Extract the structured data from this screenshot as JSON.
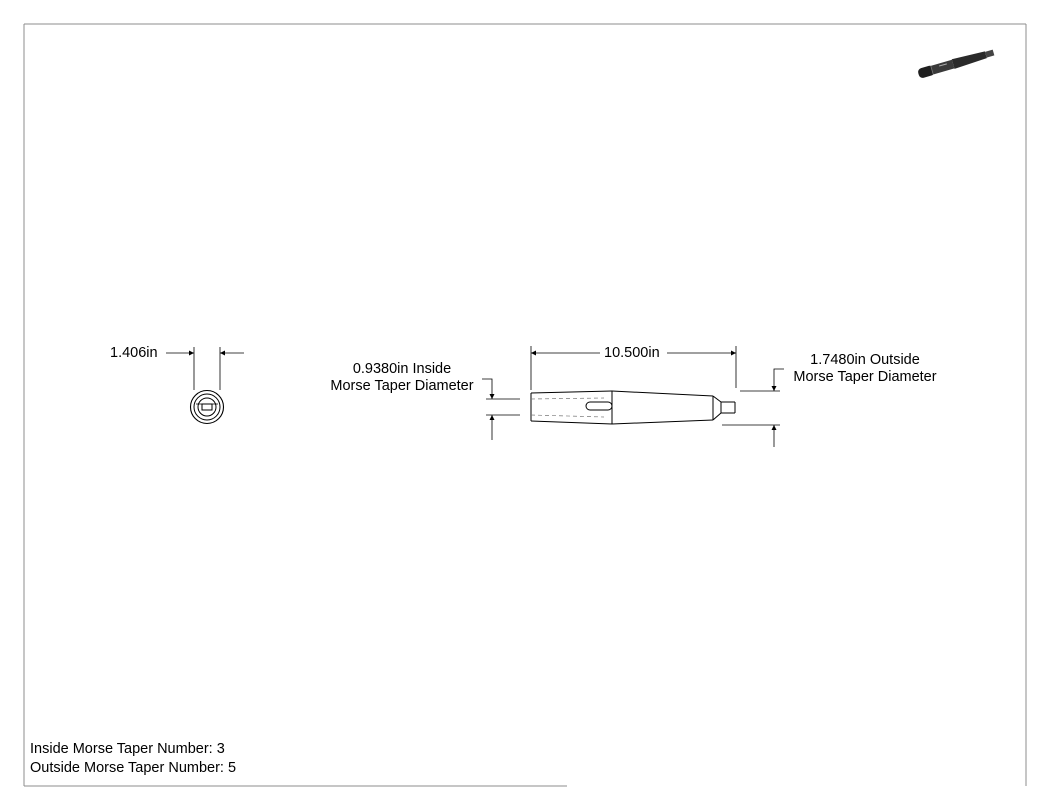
{
  "dimensions": {
    "end_diameter": "1.406in",
    "overall_length": "10.500in",
    "inside_taper_line1": "0.9380in Inside",
    "inside_taper_line2": "Morse Taper Diameter",
    "outside_taper_line1": "1.7480in Outside",
    "outside_taper_line2": "Morse Taper Diameter"
  },
  "notes": {
    "inside_taper_number": "Inside Morse Taper Number: 3",
    "outside_taper_number": "Outside Morse Taper Number: 5"
  },
  "colors": {
    "line": "#000000",
    "frame": "#8c8c8c",
    "part_iso": "#2a2a2a"
  }
}
